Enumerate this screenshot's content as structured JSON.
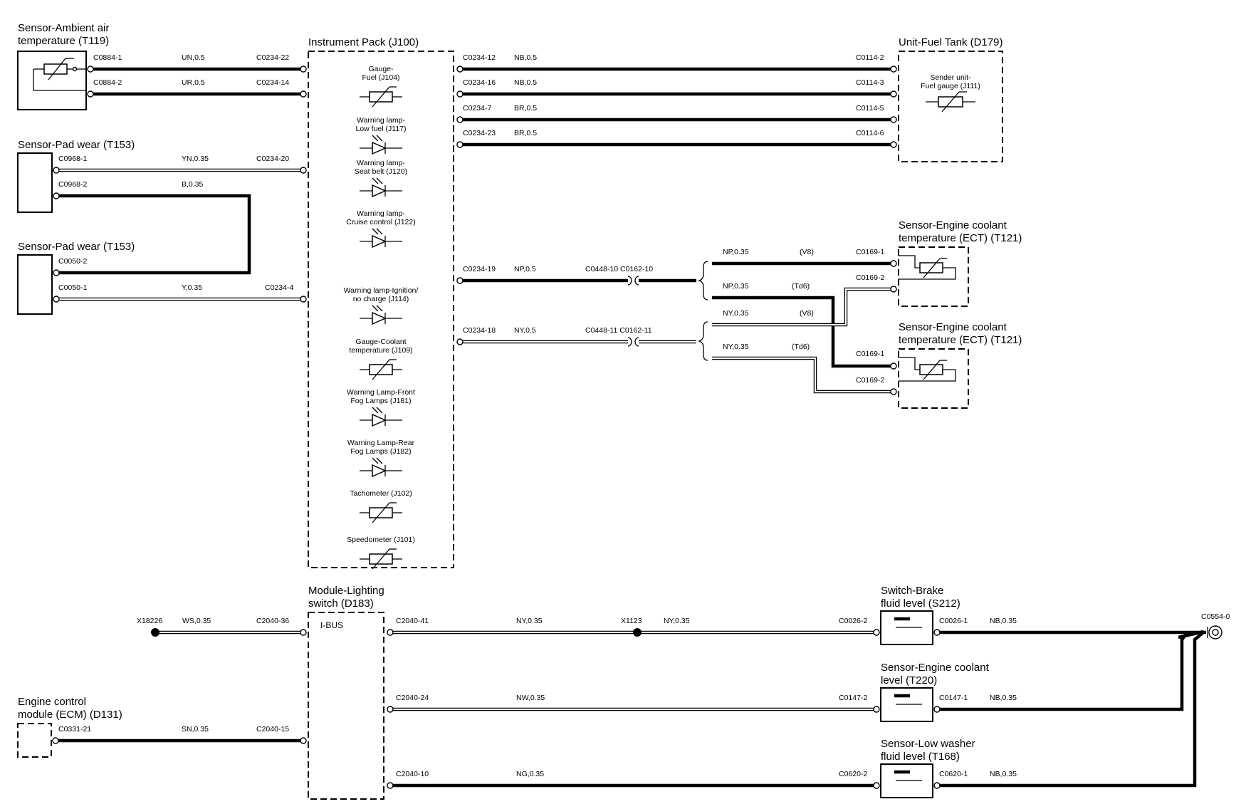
{
  "modules": {
    "ambient_sensor": {
      "line1": "Sensor-Ambient air",
      "line2": "temperature (T119)"
    },
    "pad_wear_1": {
      "line1": "Sensor-Pad wear (T153)"
    },
    "pad_wear_2": {
      "line1": "Sensor-Pad wear (T153)"
    },
    "instrument_pack": {
      "line1": "Instrument Pack (J100)"
    },
    "fuel_tank": {
      "line1": "Unit-Fuel Tank (D179)",
      "inner1": "Sender unit-",
      "inner2": "Fuel gauge (J111)"
    },
    "ect_1": {
      "line1": "Sensor-Engine coolant",
      "line2": "temperature (ECT) (T121)"
    },
    "ect_2": {
      "line1": "Sensor-Engine coolant",
      "line2": "temperature (ECT) (T121)"
    },
    "lighting_switch": {
      "line1": "Module-Lighting",
      "line2": "switch (D183)",
      "inner": "I-BUS"
    },
    "ecm": {
      "line1": "Engine control",
      "line2": "module (ECM) (D131)"
    },
    "brake_switch": {
      "line1": "Switch-Brake",
      "line2": "fluid level (S212)"
    },
    "coolant_level": {
      "line1": "Sensor-Engine coolant",
      "line2": "level (T220)"
    },
    "washer": {
      "line1": "Sensor-Low washer",
      "line2": "fluid level (T168)"
    }
  },
  "ip_components": [
    {
      "l1": "Gauge-",
      "l2": "Fuel (J104)",
      "kind": "gauge"
    },
    {
      "l1": "Warning lamp-",
      "l2": "Low fuel (J117)",
      "kind": "lamp"
    },
    {
      "l1": "Warning lamp-",
      "l2": "Seat belt (J120)",
      "kind": "lamp"
    },
    {
      "l1": "Warning lamp-",
      "l2": "Cruise control (J122)",
      "kind": "lamp"
    },
    {
      "l1": "Warning lamp-Ignition/",
      "l2": "no charge (J114)",
      "kind": "lamp"
    },
    {
      "l1": "Gauge-Coolant",
      "l2": "temperature (J109)",
      "kind": "gauge"
    },
    {
      "l1": "Warning Lamp-Front",
      "l2": "Fog Lamps (J181)",
      "kind": "lamp"
    },
    {
      "l1": "Warning Lamp-Rear",
      "l2": "Fog Lamps (J182)",
      "kind": "lamp"
    },
    {
      "l1": "Tachometer (J102)",
      "l2": "",
      "kind": "gauge"
    },
    {
      "l1": "Speedometer (J101)",
      "l2": "",
      "kind": "gauge"
    }
  ],
  "wires": {
    "w1": {
      "left": "C0884-1",
      "mid": "UN,0.5",
      "right": "C0234-22"
    },
    "w2": {
      "left": "C0884-2",
      "mid": "UR,0.5",
      "right": "C0234-14"
    },
    "w3": {
      "left": "C0968-1",
      "mid": "YN,0.35",
      "right": "C0234-20"
    },
    "w4": {
      "left": "C0968-2",
      "mid": "B,0.35"
    },
    "w5": {
      "left": "C0050-2"
    },
    "w6": {
      "left": "C0050-1",
      "mid": "Y,0.35",
      "right": "C0234-4"
    },
    "f1": {
      "left": "C0234-12",
      "mid": "NB,0.5",
      "right": "C0114-2"
    },
    "f2": {
      "left": "C0234-16",
      "mid": "NB,0.5",
      "right": "C0114-3"
    },
    "f3": {
      "left": "C0234-7",
      "mid": "BR,0.5",
      "right": "C0114-5"
    },
    "f4": {
      "left": "C0234-23",
      "mid": "BR,0.5",
      "right": "C0114-6"
    },
    "e1": {
      "left": "C0234-19",
      "mid": "NP,0.5",
      "inline": "C0448-10 C0162-10"
    },
    "e2": {
      "left": "C0234-18",
      "mid": "NY,0.5",
      "inline": "C0448-11 C0162-11"
    },
    "b1": {
      "mid": "NP,0.35",
      "var": "(V8)",
      "right": "C0169-1"
    },
    "b2": {
      "mid": "NP,0.35",
      "var": "(Td6)",
      "right": "C0169-2"
    },
    "b3": {
      "mid": "NY,0.35",
      "var": "(V8)"
    },
    "b4": {
      "mid": "NY,0.35",
      "var": "(Td6)"
    },
    "t1": {
      "right": "C0169-1"
    },
    "t2": {
      "right": "C0169-2"
    },
    "l0": {
      "left": "X18226",
      "mid": "WS,0.35",
      "right": "C2040-36"
    },
    "l1": {
      "left": "C2040-41",
      "mid": "NY,0.35",
      "splice": "X1123",
      "mid2": "NY,0.35",
      "right": "C0026-2"
    },
    "l2": {
      "left": "C2040-24",
      "mid": "NW,0.35",
      "right": "C0147-2"
    },
    "l3": {
      "left": "C2040-10",
      "mid": "NG,0.35",
      "right": "C0620-2"
    },
    "ecm": {
      "left": "C0331-21",
      "mid": "SN,0.35",
      "right": "C2040-15"
    },
    "g1": {
      "left": "C0026-1",
      "mid": "NB,0.35"
    },
    "g2": {
      "left": "C0147-1",
      "mid": "NB,0.35"
    },
    "g3": {
      "left": "C0620-1",
      "mid": "NB,0.35"
    },
    "ground": {
      "label": "C0554-0"
    }
  }
}
